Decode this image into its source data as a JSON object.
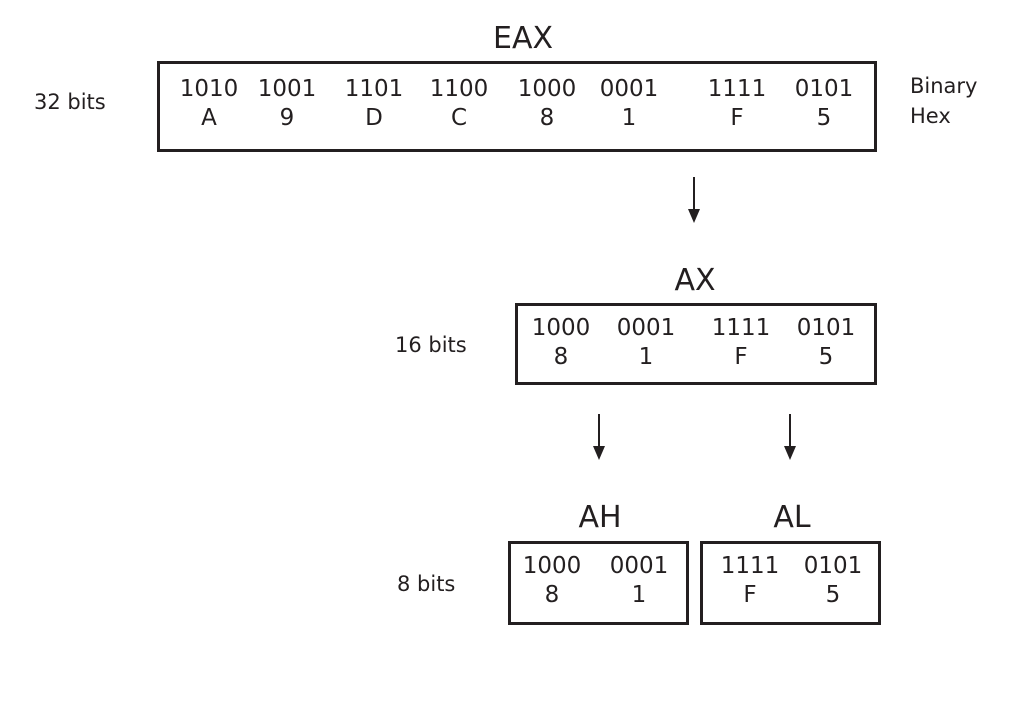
{
  "registers": {
    "eax": {
      "name": "EAX",
      "size_label": "32 bits",
      "nibbles": [
        {
          "bin": "1010",
          "hex": "A"
        },
        {
          "bin": "1001",
          "hex": "9"
        },
        {
          "bin": "1101",
          "hex": "D"
        },
        {
          "bin": "1100",
          "hex": "C"
        },
        {
          "bin": "1000",
          "hex": "8"
        },
        {
          "bin": "0001",
          "hex": "1"
        },
        {
          "bin": "1111",
          "hex": "F"
        },
        {
          "bin": "0101",
          "hex": "5"
        }
      ],
      "row_labels": {
        "binary": "Binary",
        "hex": "Hex"
      }
    },
    "ax": {
      "name": "AX",
      "size_label": "16 bits",
      "nibbles": [
        {
          "bin": "1000",
          "hex": "8"
        },
        {
          "bin": "0001",
          "hex": "1"
        },
        {
          "bin": "1111",
          "hex": "F"
        },
        {
          "bin": "0101",
          "hex": "5"
        }
      ]
    },
    "ah": {
      "name": "AH",
      "size_label": "8 bits",
      "nibbles": [
        {
          "bin": "1000",
          "hex": "8"
        },
        {
          "bin": "0001",
          "hex": "1"
        }
      ]
    },
    "al": {
      "name": "AL",
      "nibbles": [
        {
          "bin": "1111",
          "hex": "F"
        },
        {
          "bin": "0101",
          "hex": "5"
        }
      ]
    }
  },
  "colors": {
    "ink": "#231f20",
    "background": "#ffffff"
  }
}
